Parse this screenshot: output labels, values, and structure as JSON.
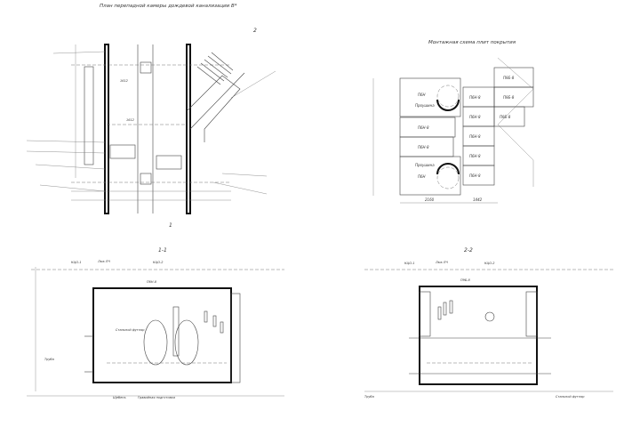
{
  "sheet": {
    "plan_title": "План перепадной камеры дождевой канализации В*",
    "slab_scheme_title": "Монтажная схема плит покрытия",
    "section1_title": "1-1",
    "section2_title": "2-2",
    "section_marks": [
      "1",
      "2"
    ],
    "slabs": [
      {
        "label": "П6Н",
        "note": "Проушина"
      },
      {
        "label": "П6Н-8"
      },
      {
        "label": "П6Н-8"
      },
      {
        "label": "П6Н",
        "note": "Проушина"
      },
      {
        "label": "П6Н-8"
      },
      {
        "label": "П6Н-8"
      },
      {
        "label": "П6Н-8"
      },
      {
        "label": "П6Н-8"
      },
      {
        "label": "П6Н-8"
      },
      {
        "label": "П9Б-8"
      },
      {
        "label": "П9Б-8"
      },
      {
        "label": "П9Б-8"
      }
    ],
    "slab_dims": [
      "2160",
      "1442"
    ],
    "section_labels": [
      "КЦО-1",
      "Люк ЛЧ",
      "КЦО-2",
      "П6Н-8",
      "П9Б-8",
      "Стальной футляр",
      "Труба",
      "Щебень",
      "Гравийная подготовка"
    ]
  }
}
